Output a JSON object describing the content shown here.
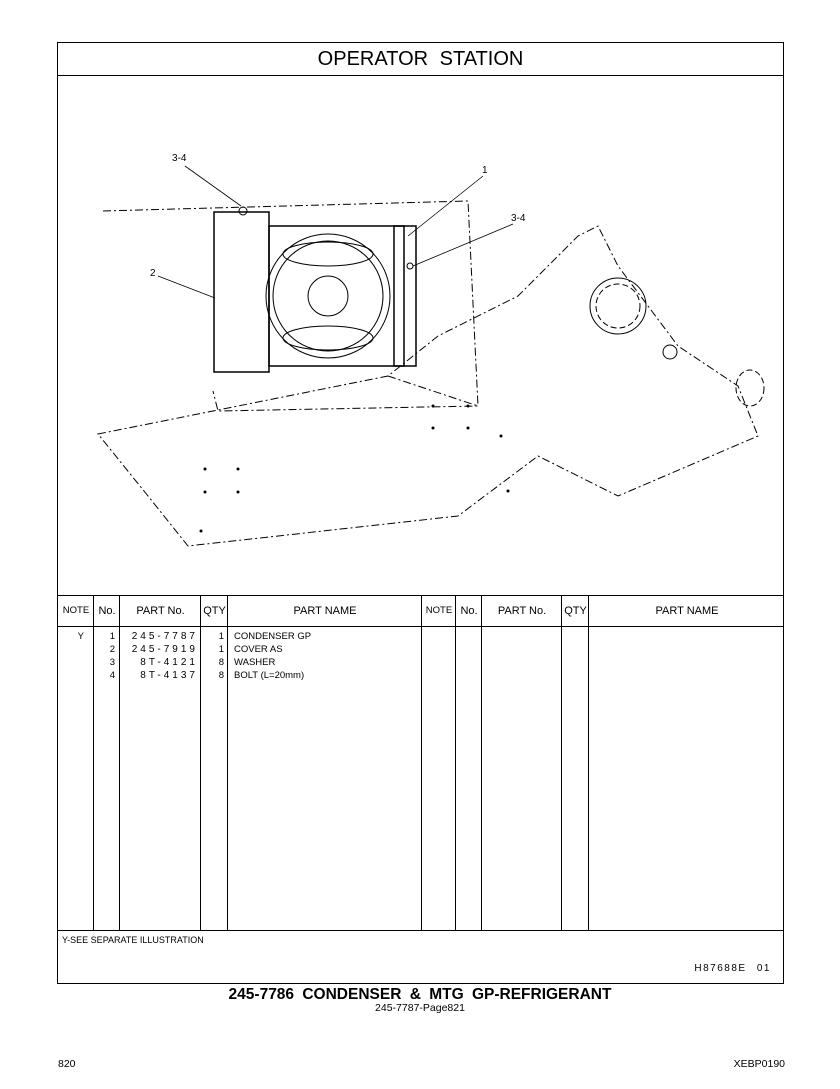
{
  "title": "OPERATOR STATION",
  "callouts": [
    "3-4",
    "1",
    "3-4",
    "2"
  ],
  "table": {
    "headers": [
      "NOTE",
      "No.",
      "PART No.",
      "QTY",
      "PART NAME",
      "NOTE",
      "No.",
      "PART No.",
      "QTY",
      "PART NAME"
    ],
    "rows": [
      {
        "note": "Y",
        "no": "1",
        "part_no": "245-7787",
        "qty": "1",
        "name": "CONDENSER GP"
      },
      {
        "note": "",
        "no": "2",
        "part_no": "245-7919",
        "qty": "1",
        "name": "COVER AS"
      },
      {
        "note": "",
        "no": "3",
        "part_no": "8T-4121",
        "qty": "8",
        "name": "WASHER"
      },
      {
        "note": "",
        "no": "4",
        "part_no": "8T-4137",
        "qty": "8",
        "name": "BOLT (L=20mm)"
      }
    ]
  },
  "footnote": "Y-SEE SEPARATE ILLUSTRATION",
  "illustration_code": "H87688E 01",
  "caption": "245-7786 CONDENSER & MTG GP-REFRIGERANT",
  "subcaption": "245-7787-Page821",
  "page_number": "820",
  "doc_code": "XEBP0190"
}
